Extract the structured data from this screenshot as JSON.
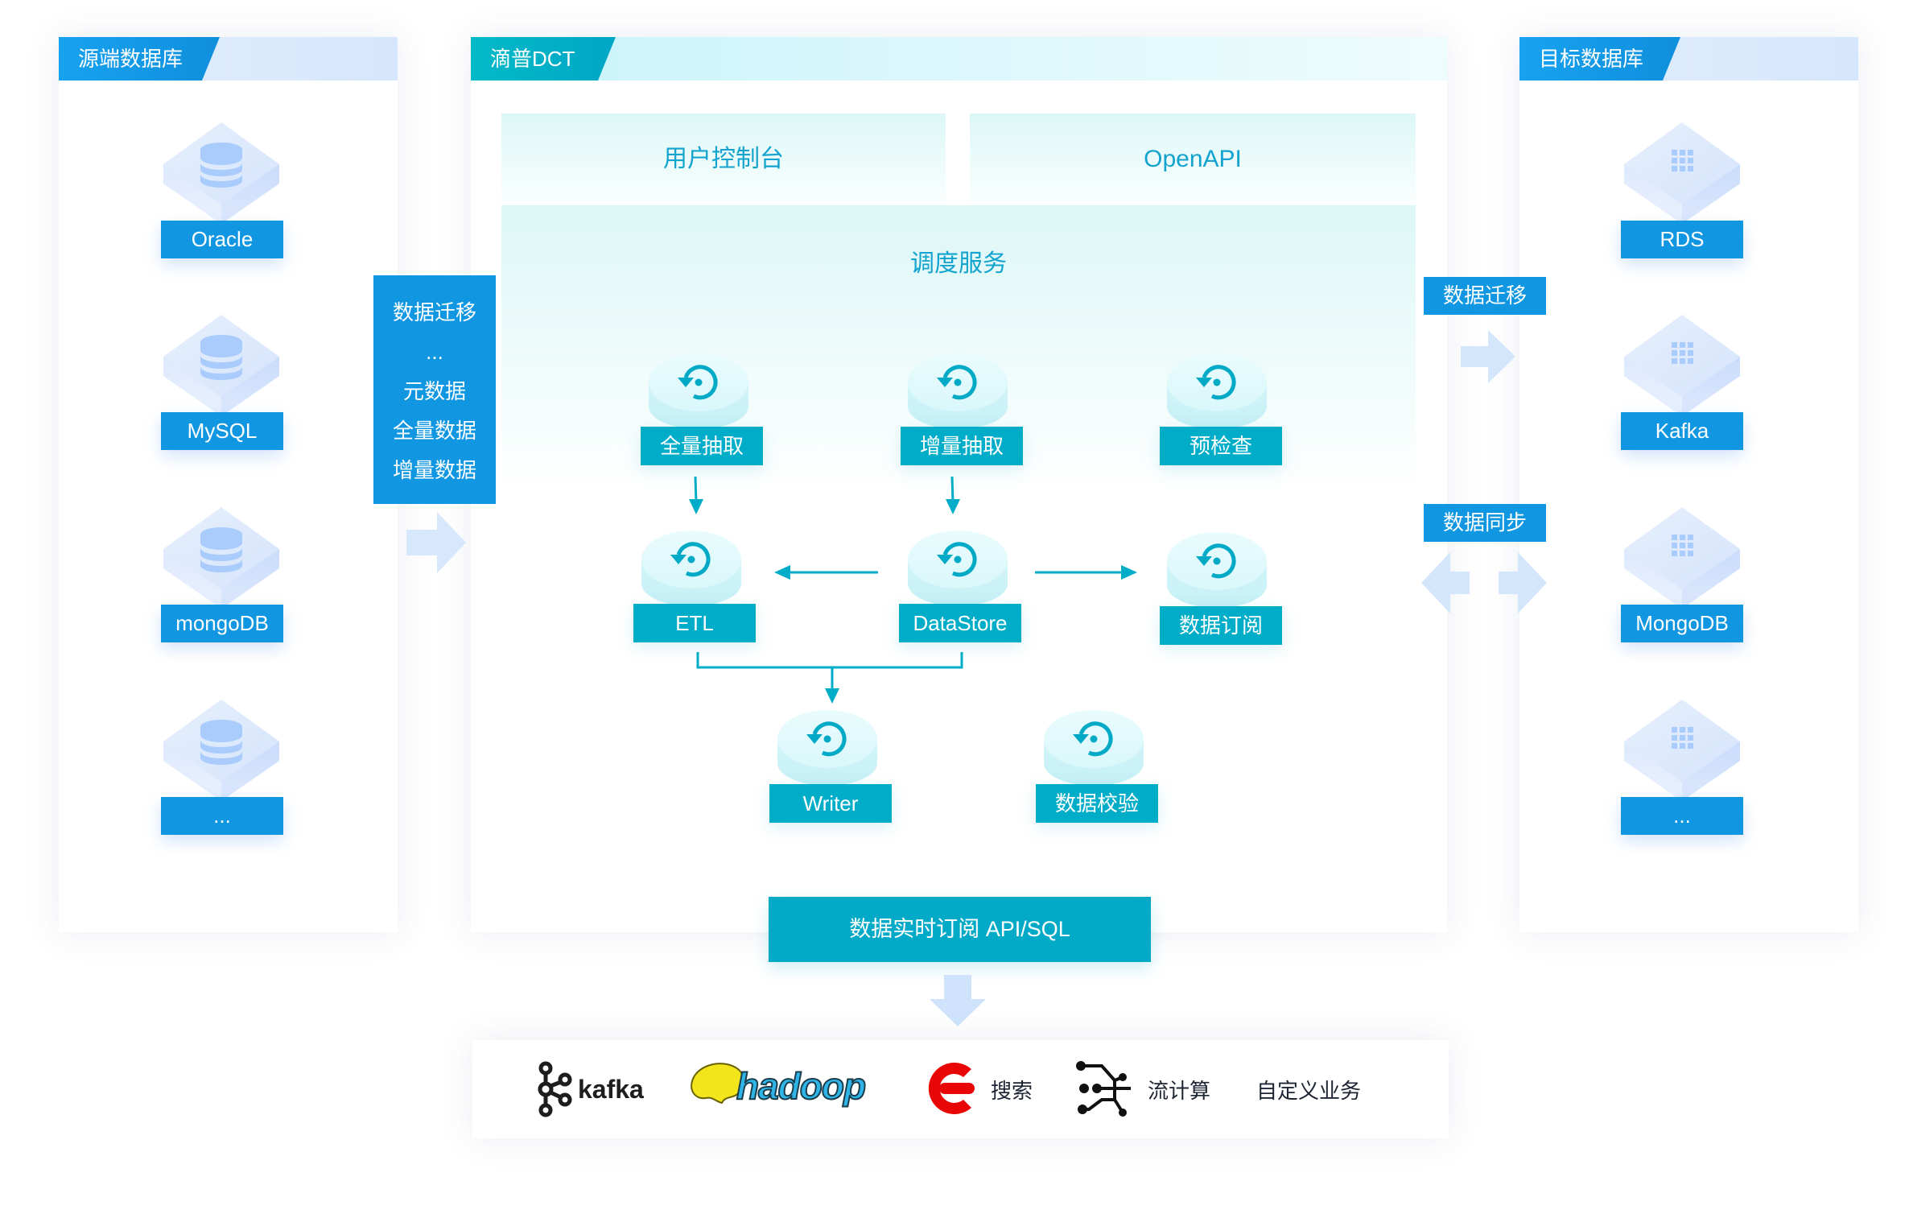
{
  "source": {
    "title": "源端数据库",
    "items": [
      "Oracle",
      "MySQL",
      "mongoDB",
      "..."
    ]
  },
  "dct": {
    "title": "滴普DCT",
    "console": "用户控制台",
    "openapi": "OpenAPI",
    "scheduler": "调度服务",
    "nodes": {
      "full_extract": "全量抽取",
      "incr_extract": "增量抽取",
      "precheck": "预检查",
      "etl": "ETL",
      "datastore": "DataStore",
      "subscribe": "数据订阅",
      "writer": "Writer",
      "verify": "数据校验"
    },
    "api_sql": "数据实时订阅 API/SQL"
  },
  "migration_box": {
    "items": [
      "数据迁移",
      "...",
      "元数据",
      "全量数据",
      "增量数据"
    ]
  },
  "target": {
    "title": "目标数据库",
    "items": [
      "RDS",
      "Kafka",
      "MongoDB",
      "..."
    ]
  },
  "right_tags": {
    "migrate": "数据迁移",
    "sync": "数据同步"
  },
  "consumers": {
    "kafka": "kafka",
    "hadoop": "hadoop",
    "search": "搜索",
    "stream": "流计算",
    "custom": "自定义业务"
  },
  "colors": {
    "blue": "#1197e2",
    "teal": "#00adc8"
  }
}
